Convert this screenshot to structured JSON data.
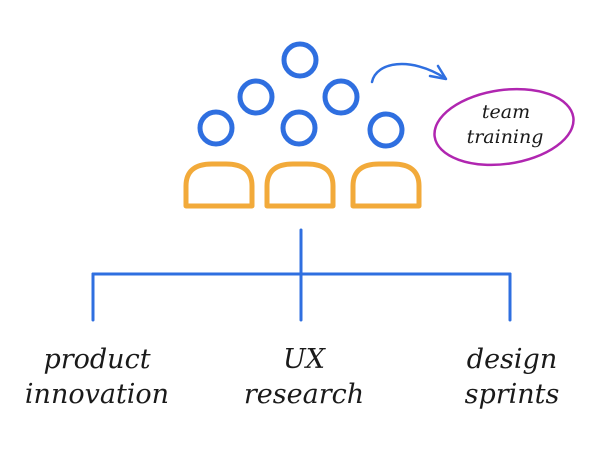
{
  "colors": {
    "people_heads": "#2f6fe0",
    "people_bodies": "#f2aa3a",
    "tree_lines": "#2f6fe0",
    "callout_ellipse": "#b026b0",
    "callout_arrow": "#2f6fe0",
    "text": "#1a1a1a"
  },
  "group": {
    "icon_name": "team-people-icon"
  },
  "callout": {
    "line1": "team",
    "line2": "training"
  },
  "branches": [
    {
      "line1": "product",
      "line2": "innovation"
    },
    {
      "line1": "UX",
      "line2": "research"
    },
    {
      "line1": "design",
      "line2": "sprints"
    }
  ]
}
